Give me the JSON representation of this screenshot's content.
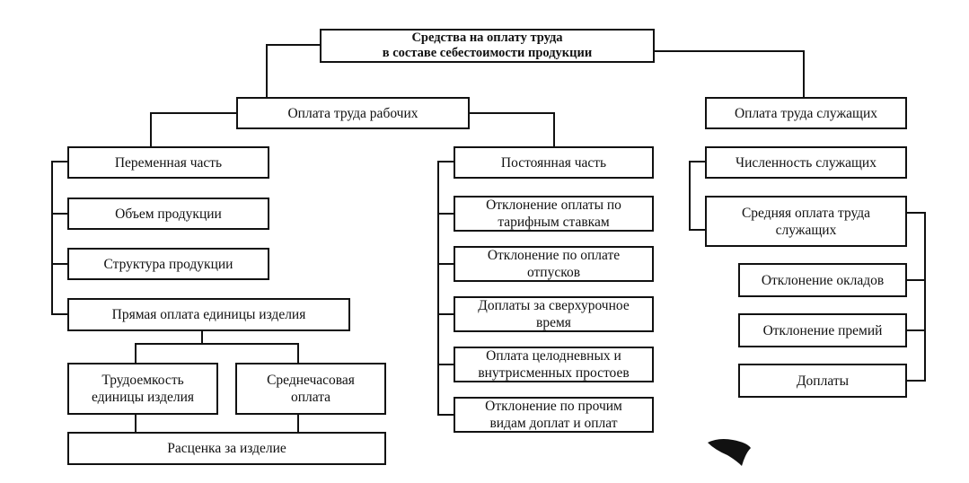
{
  "root": "Средства на оплату труда\nв составе себестоимости продукции",
  "workers": {
    "title": "Оплата труда рабочих",
    "variable": {
      "title": "Переменная часть",
      "items": [
        "Объем продукции",
        "Структура продукции",
        "Прямая оплата единицы изделия"
      ],
      "labor": "Трудоемкость\nединицы изделия",
      "hourly": "Среднечасовая\nоплата",
      "rate": "Расценка за изделие"
    },
    "fixed": {
      "title": "Постоянная часть",
      "items": [
        "Отклонение оплаты по\nтарифным ставкам",
        "Отклонение по оплате\nотпусков",
        "Доплаты за сверхурочное\nвремя",
        "Оплата целодневных и\nвнутрисменных простоев",
        "Отклонение по прочим\nвидам доплат и оплат"
      ]
    }
  },
  "employees": {
    "title": "Оплата труда служащих",
    "count": "Численность служащих",
    "avg": "Средняя оплата труда\nслужащих",
    "items": [
      "Отклонение окладов",
      "Отклонение премий",
      "Доплаты"
    ]
  },
  "colors": {
    "ink": "#111111",
    "background": "#ffffff"
  }
}
